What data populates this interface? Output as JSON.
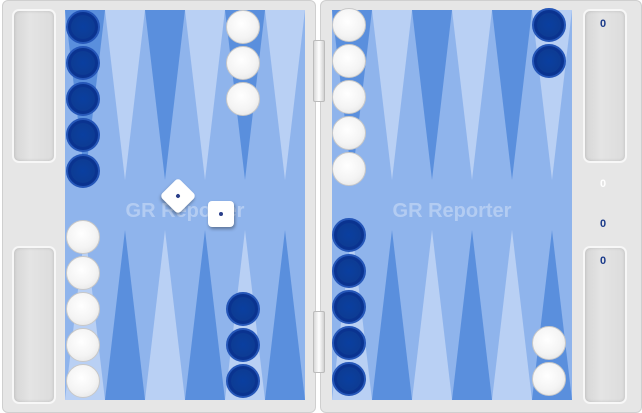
{
  "board": {
    "watermark_left": "GR Reporter",
    "watermark_right": "GR Reporter"
  },
  "colors": {
    "felt": "#8fb4ec",
    "point_dark": "#5a8fdd",
    "point_light": "#b9d0f4",
    "checker_blue": "#0d3c94",
    "checker_white": "#f4f4f4"
  },
  "counters": {
    "top_right": "0",
    "middle_upper": "0",
    "middle_lower": "0",
    "bottom_right": "0"
  },
  "dice": [
    {
      "name": "die-left",
      "value": 1
    },
    {
      "name": "die-right",
      "value": 1
    }
  ],
  "checkers": {
    "left_half_top_blue": 5,
    "left_half_top_white": 3,
    "left_half_bottom_white": 5,
    "left_half_bottom_blue": 3,
    "right_half_top_white": 5,
    "right_half_top_blue": 2,
    "right_half_bottom_blue": 5,
    "right_half_bottom_white": 2
  }
}
